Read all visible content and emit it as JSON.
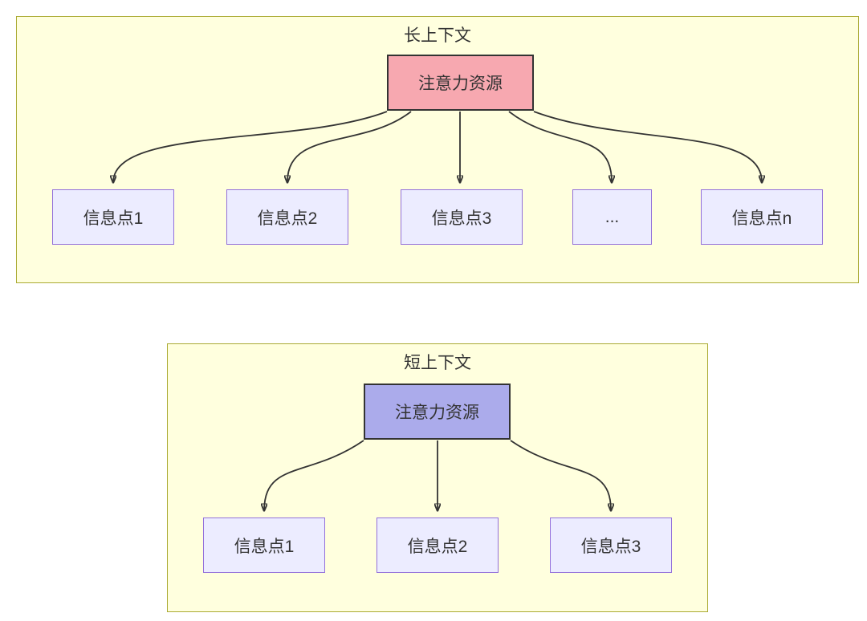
{
  "colors": {
    "page-bg": "#ffffff",
    "panel-bg": "#ffffde",
    "panel-border": "#aaaa33",
    "node-bg": "#ececff",
    "node-border": "#9370db",
    "text": "#333333",
    "edge": "#333333",
    "long-root-bg": "#f7a8b0",
    "short-root-bg": "#ababeb",
    "root-border": "#333333"
  },
  "panels": [
    {
      "title": "长上下文",
      "root": {
        "label": "注意力资源"
      },
      "children": [
        {
          "label": "信息点1"
        },
        {
          "label": "信息点2"
        },
        {
          "label": "信息点3"
        },
        {
          "label": "..."
        },
        {
          "label": "信息点n"
        }
      ]
    },
    {
      "title": "短上下文",
      "root": {
        "label": "注意力资源"
      },
      "children": [
        {
          "label": "信息点1"
        },
        {
          "label": "信息点2"
        },
        {
          "label": "信息点3"
        }
      ]
    }
  ]
}
